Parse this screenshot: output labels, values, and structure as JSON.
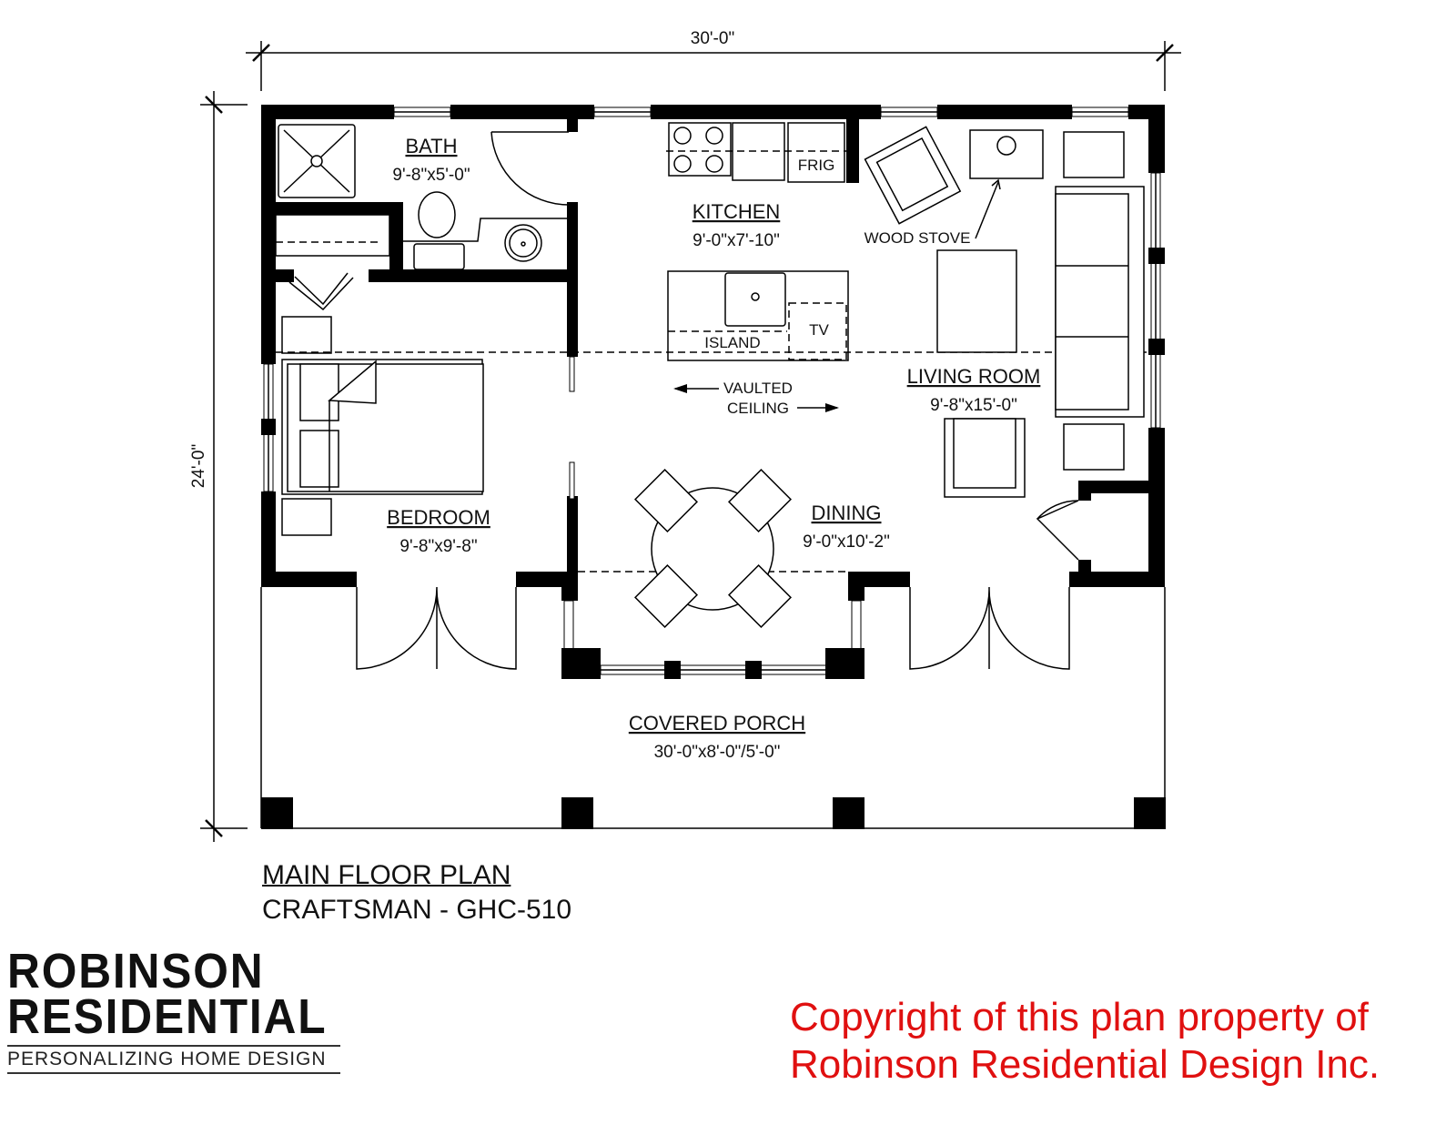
{
  "dimensions": {
    "width": "30'-0\"",
    "depth": "24'-0\""
  },
  "rooms": {
    "bath": {
      "name": "BATH",
      "size": "9'-8\"x5'-0\""
    },
    "kitchen": {
      "name": "KITCHEN",
      "size": "9'-0\"x7'-10\""
    },
    "living": {
      "name": "LIVING ROOM",
      "size": "9'-8\"x15'-0\""
    },
    "bedroom": {
      "name": "BEDROOM",
      "size": "9'-8\"x9'-8\""
    },
    "dining": {
      "name": "DINING",
      "size": "9'-0\"x10'-2\""
    },
    "porch": {
      "name": "COVERED PORCH",
      "size": "30'-0\"x8'-0\"/5'-0\""
    }
  },
  "fixtures": {
    "frig": "FRIG",
    "island": "ISLAND",
    "tv": "TV",
    "wood_stove": "WOOD STOVE",
    "vaulted_1": "VAULTED",
    "vaulted_2": "CEILING"
  },
  "plan_title": "MAIN FLOOR PLAN",
  "plan_subtitle": "CRAFTSMAN - GHC-510",
  "logo": {
    "line1": "ROBINSON",
    "line2": "RESIDENTIAL",
    "tagline": "PERSONALIZING HOME DESIGN"
  },
  "copyright": {
    "line1": "Copyright of this plan property of",
    "line2": "Robinson Residential Design Inc."
  },
  "colors": {
    "copyright": "#e01010",
    "walls": "#000000"
  }
}
